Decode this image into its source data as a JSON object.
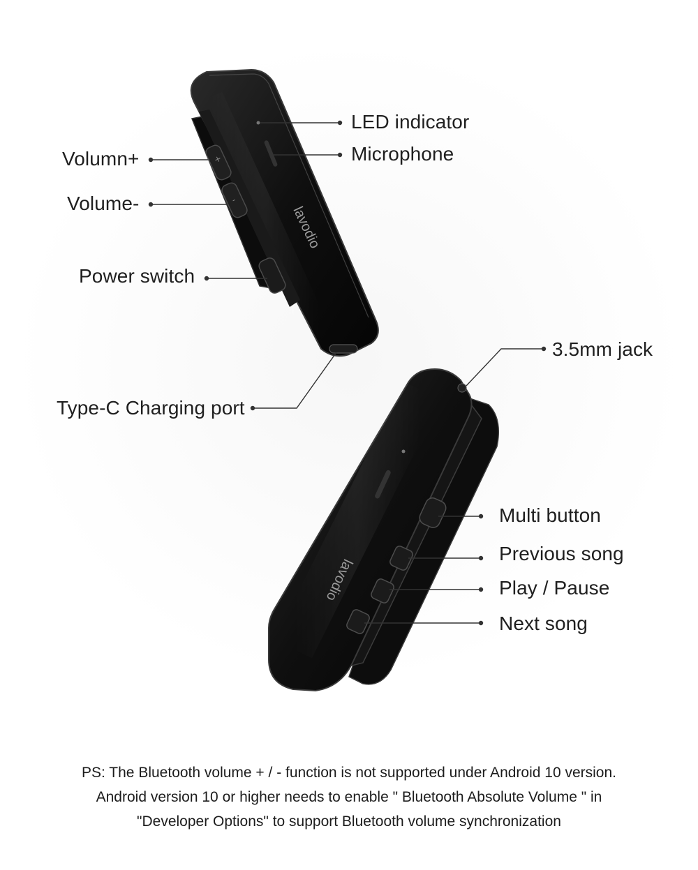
{
  "brand": {
    "logo_text": "lavodio"
  },
  "device_top_labels": {
    "led_indicator": "LED indicator",
    "microphone": "Microphone",
    "volume_plus": "Volumn+",
    "volume_minus": "Volume-",
    "power_switch": "Power switch",
    "type_c_port": "Type-C Charging port"
  },
  "device_bottom_labels": {
    "jack": "3.5mm jack",
    "multi_button": "Multi button",
    "previous_song": "Previous song",
    "play_pause": "Play / Pause",
    "next_song": "Next song"
  },
  "footnote": {
    "line1": "PS: The Bluetooth volume + / - function is not supported under Android 10 version.",
    "line2": "Android version 10 or higher needs to enable \" Bluetooth Absolute Volume \" in",
    "line3": "\"Developer Options\" to support Bluetooth volume synchronization"
  },
  "colors": {
    "background": "#ffffff",
    "device_body": "#111111",
    "callout_line": "#333333",
    "text": "#1f1f1f"
  }
}
